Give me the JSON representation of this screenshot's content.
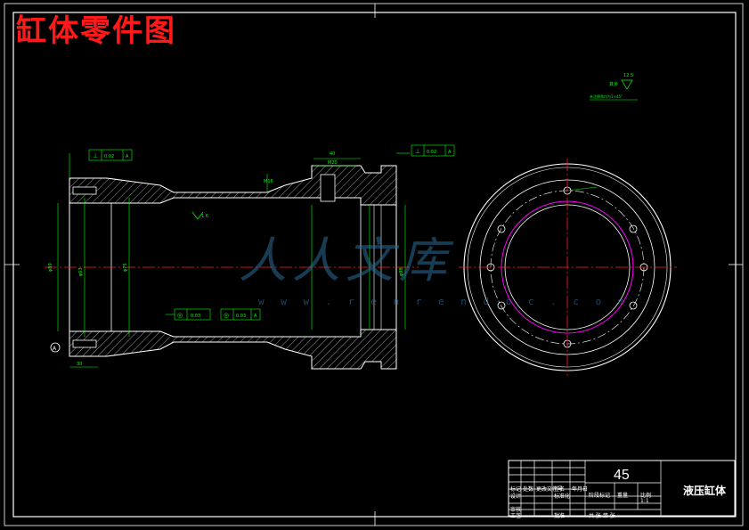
{
  "drawing": {
    "overlay_title": "缸体零件图",
    "watermark": {
      "text": "人人文库",
      "url": "w w w . r e n r e n d o c . c o m"
    },
    "colors": {
      "background": "#000000",
      "outline": "#ffffff",
      "dimension": "#00ff00",
      "centerline": "#ff2020",
      "hatch": "#ffffff",
      "bolt_circle": "#ff00ff",
      "overlay_title": "#ff1a1a",
      "watermark": "#2c6e9a"
    },
    "tolerance_frames": [
      {
        "symbol": "⊥",
        "value": "0.02",
        "datum": "A"
      },
      {
        "symbol": "⊥",
        "value": "0.02",
        "datum": "A"
      },
      {
        "symbol": "◎",
        "value": "0.03",
        "datum": ""
      },
      {
        "symbol": "◎",
        "value": "0.03",
        "datum": "A"
      }
    ],
    "surface_note": "其余",
    "surface_value": "12.5",
    "tech_note": "未注倒角均为1×45°",
    "dimensions": {
      "left_bore": "φ89",
      "inner_bore": "φ63",
      "length": "φ75",
      "right_bore": "φ98",
      "left_thread": "M16",
      "slot": "M20",
      "short_left": "30",
      "top_gap": "40",
      "roughness_1": "1.6"
    }
  },
  "title_block": {
    "material": "45",
    "part_name": "液压缸体",
    "labels": {
      "mark": "标记",
      "count": "处数",
      "zone": "分区",
      "change_doc": "更改文件号",
      "sign": "签名",
      "date": "年月日",
      "design": "设计",
      "standardize": "标准化",
      "stage": "阶段标记",
      "weight": "重量",
      "scale": "比例",
      "scale_value": "1:1",
      "audit": "审核",
      "craft": "工艺",
      "approve": "批准",
      "sheets": "共 张 第 张"
    }
  }
}
